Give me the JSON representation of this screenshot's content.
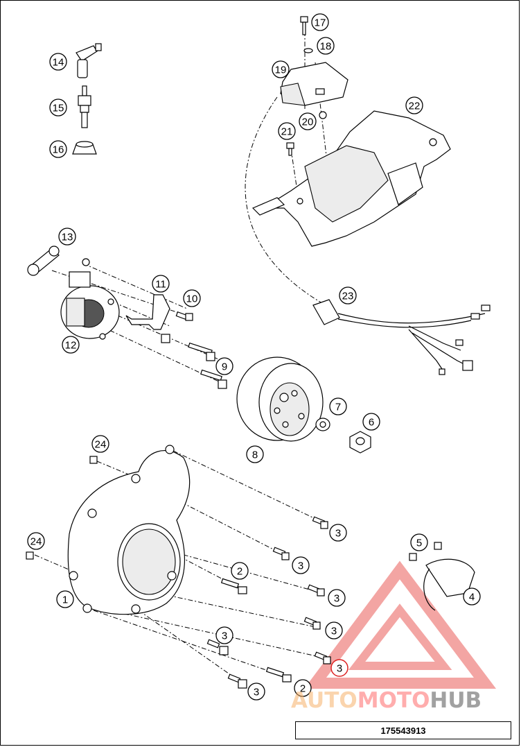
{
  "callouts": [
    {
      "id": "c17",
      "label": "17"
    },
    {
      "id": "c18",
      "label": "18"
    },
    {
      "id": "c19",
      "label": "19"
    },
    {
      "id": "c22",
      "label": "22"
    },
    {
      "id": "c20",
      "label": "20"
    },
    {
      "id": "c21",
      "label": "21"
    },
    {
      "id": "c14",
      "label": "14"
    },
    {
      "id": "c15",
      "label": "15"
    },
    {
      "id": "c16",
      "label": "16"
    },
    {
      "id": "c13",
      "label": "13"
    },
    {
      "id": "c11",
      "label": "11"
    },
    {
      "id": "c10",
      "label": "10"
    },
    {
      "id": "c12",
      "label": "12"
    },
    {
      "id": "c9",
      "label": "9"
    },
    {
      "id": "c23",
      "label": "23"
    },
    {
      "id": "c7",
      "label": "7"
    },
    {
      "id": "c6",
      "label": "6"
    },
    {
      "id": "c8",
      "label": "8"
    },
    {
      "id": "c24a",
      "label": "24"
    },
    {
      "id": "c24b",
      "label": "24"
    },
    {
      "id": "c1",
      "label": "1"
    },
    {
      "id": "c2a",
      "label": "2"
    },
    {
      "id": "c2b",
      "label": "2"
    },
    {
      "id": "c3a",
      "label": "3"
    },
    {
      "id": "c3b",
      "label": "3"
    },
    {
      "id": "c3c",
      "label": "3"
    },
    {
      "id": "c3d",
      "label": "3"
    },
    {
      "id": "c3e",
      "label": "3"
    },
    {
      "id": "c3f",
      "label": "3"
    },
    {
      "id": "c3g",
      "label": "3"
    },
    {
      "id": "c5",
      "label": "5"
    },
    {
      "id": "c4",
      "label": "4"
    }
  ],
  "watermark": {
    "part1": "AUTO",
    "part2": "MOTO",
    "part3": "HUB"
  },
  "document_number": "175543913",
  "colors": {
    "watermark_red": "#e53935",
    "watermark_orange": "#f5a04a",
    "watermark_dark": "#555555",
    "highlight": "#d22222"
  }
}
